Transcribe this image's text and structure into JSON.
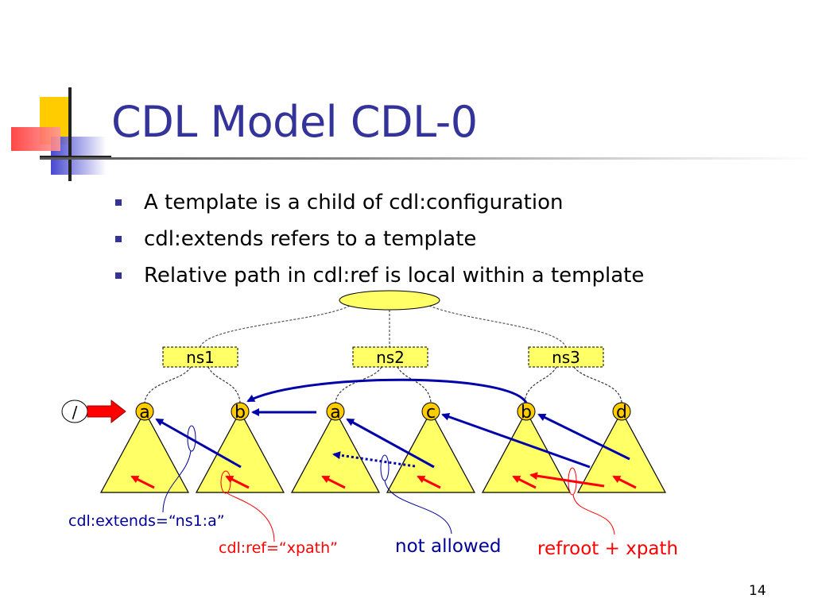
{
  "title": "CDL Model CDL-0",
  "bullets": [
    "A template is a child of cdl:configuration",
    "cdl:extends refers to a template",
    "Relative path in cdl:ref is local within a template"
  ],
  "namespaces": [
    "ns1",
    "ns2",
    "ns3"
  ],
  "templates": [
    "a",
    "b",
    "a",
    "c",
    "b",
    "d"
  ],
  "root_label": "/",
  "annotations": {
    "extends": "cdl:extends=“ns1:a”",
    "ref": "cdl:ref=“xpath”",
    "not_allowed": "not allowed",
    "refroot": "refroot + xpath"
  },
  "page_number": "14",
  "colors": {
    "title": "#333399",
    "bullet": "#333399",
    "template_fill": "#ffff66",
    "template_node": "#ffcc00",
    "ref_arrow": "#ff0000",
    "extends_arrow": "#0000aa",
    "annotation_red": "#ff0000",
    "annotation_blue": "#000099"
  }
}
